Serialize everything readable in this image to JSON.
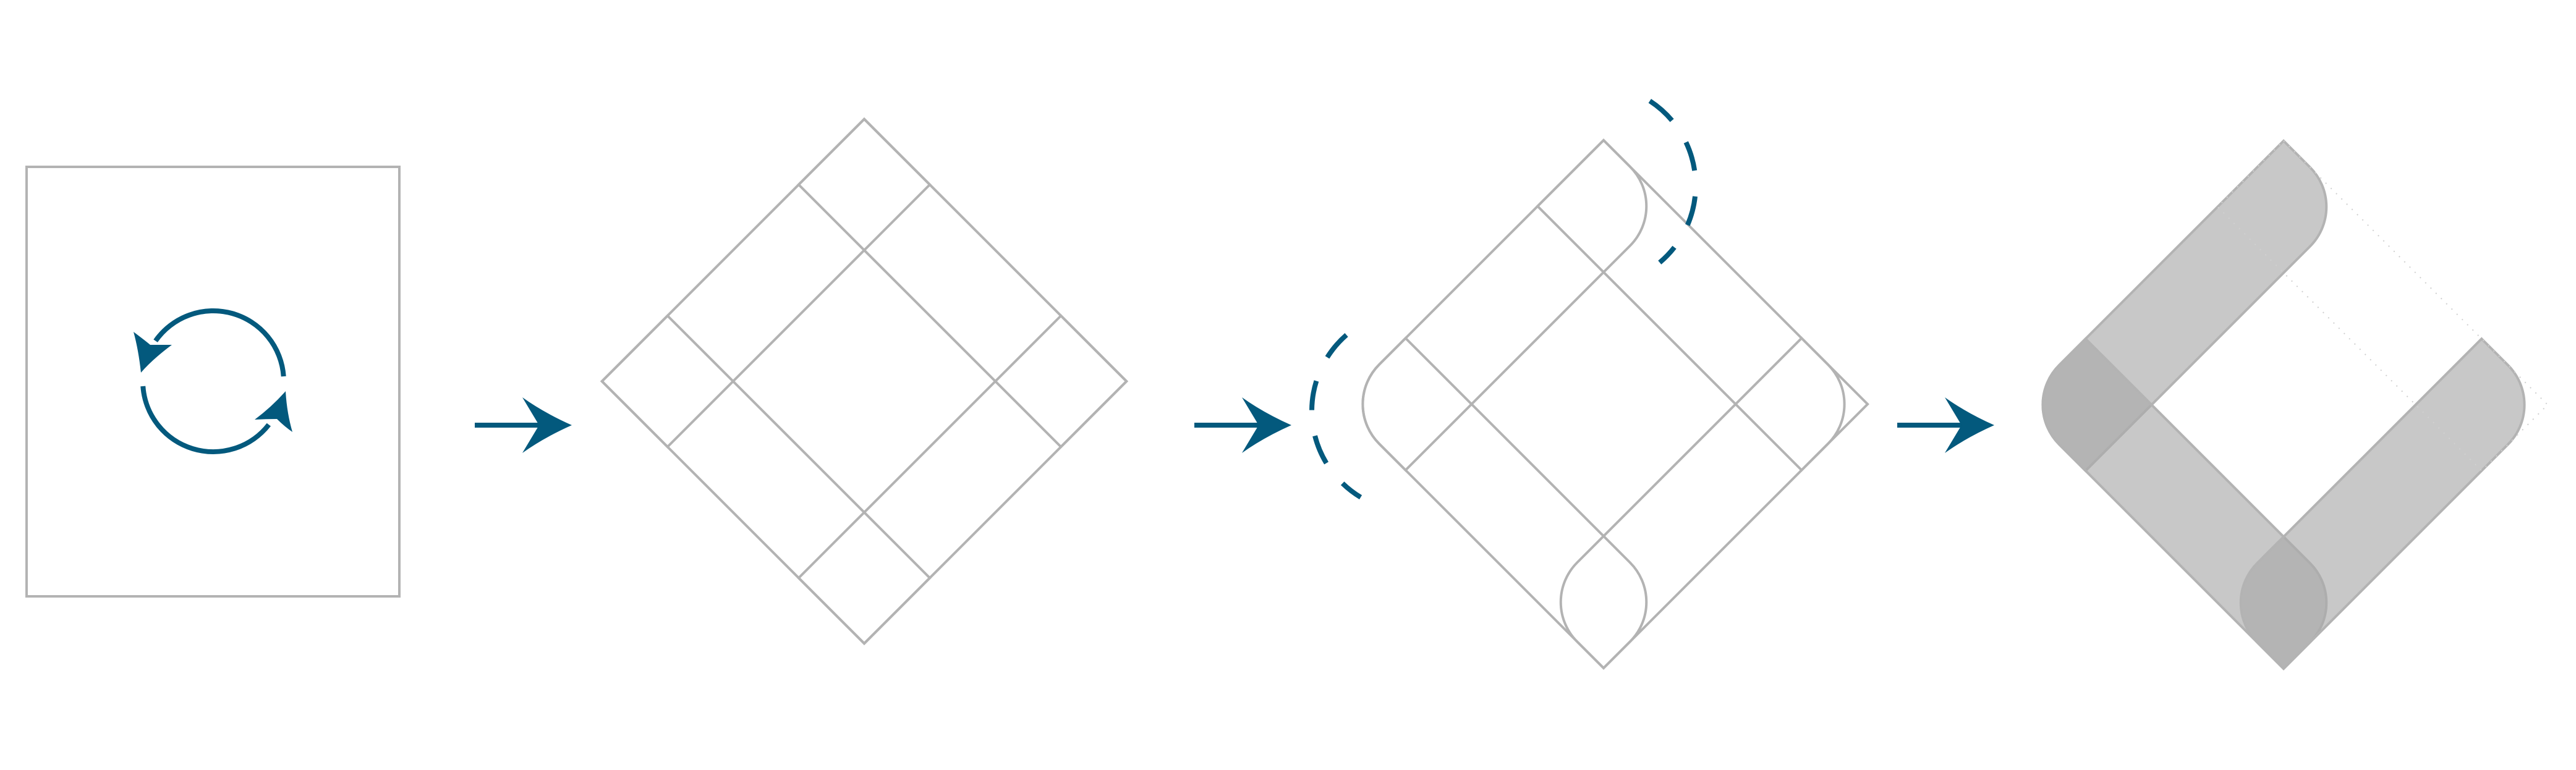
{
  "colors": {
    "accent": "#03597d",
    "outline": "#b3b3b3",
    "strip_fill": "#a9a9a9",
    "background": "#ffffff"
  },
  "panels": [
    {
      "name": "square-with-rotation"
    },
    {
      "name": "rotated-grid-diamond"
    },
    {
      "name": "diamond-with-rounded-lobes"
    },
    {
      "name": "filled-strips"
    }
  ]
}
